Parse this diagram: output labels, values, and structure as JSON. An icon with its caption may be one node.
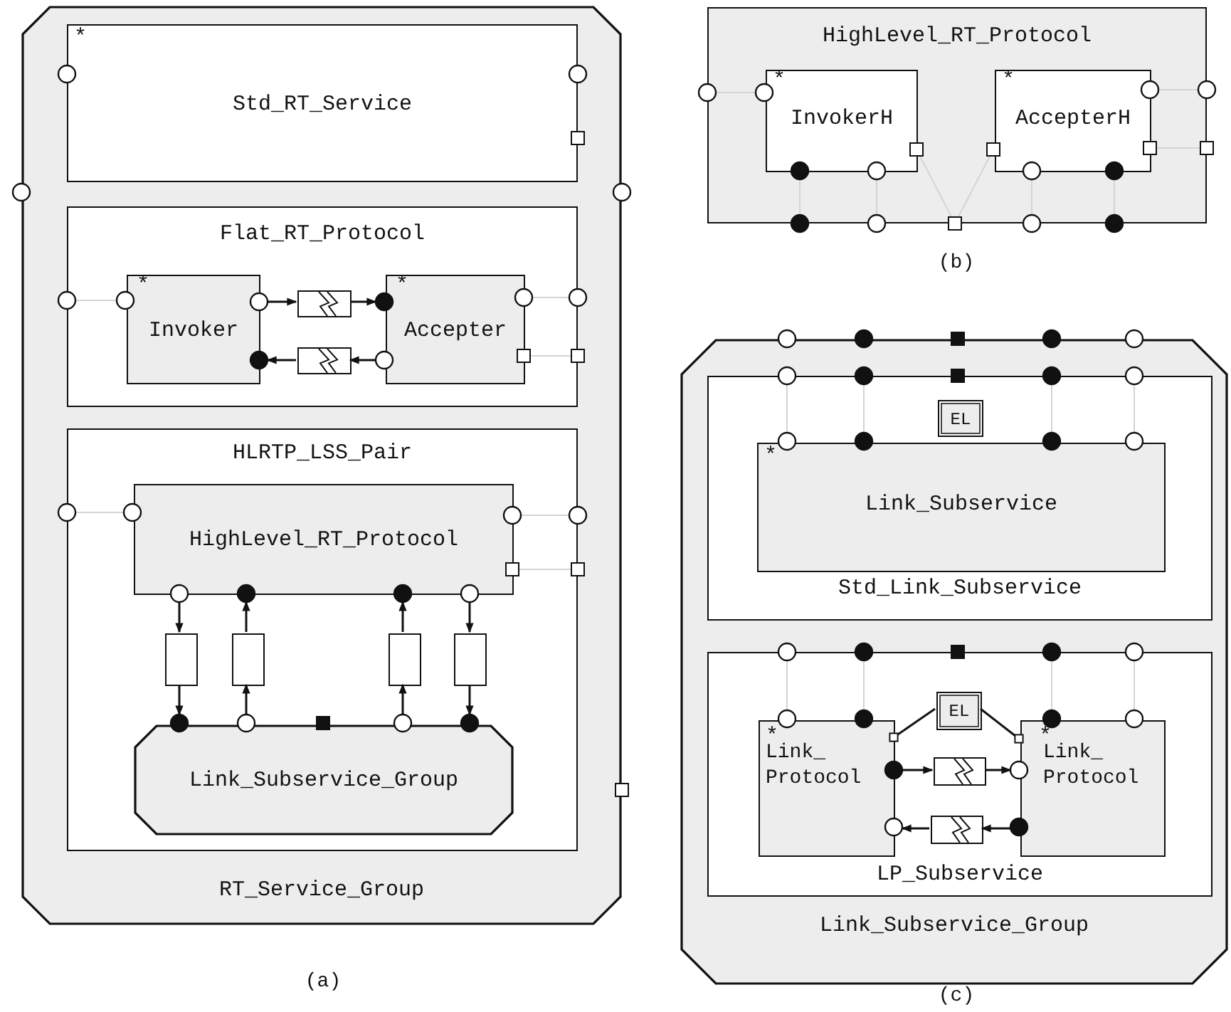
{
  "diagram": {
    "nodes": [
      {
        "text": [
          "RT_Service_Group"
        ]
      },
      {
        "text": [
          "*",
          "Std_RT_Service"
        ],
        "in": 0
      },
      {
        "text": [
          "Flat_RT_Protocol"
        ],
        "in": 0
      },
      {
        "text": [
          "*",
          "Invoker"
        ],
        "in": 2
      },
      {
        "text": [],
        "shape": "box",
        "in": 2
      },
      {
        "text": [
          "*",
          "Accepter"
        ],
        "in": 2
      },
      {
        "text": [],
        "shape": "box",
        "in": 2
      },
      {
        "text": [
          "HLRTP_LSS_Pair"
        ],
        "in": 0
      },
      {
        "text": [
          "HighLevel_RT_Protocol"
        ],
        "in": 7
      },
      {
        "text": [],
        "shape": "box",
        "in": 7
      },
      {
        "text": [],
        "shape": "box",
        "in": 7
      },
      {
        "text": [],
        "shape": "box",
        "in": 7
      },
      {
        "text": [],
        "shape": "box",
        "in": 7
      },
      {
        "text": [
          "Link_Subservice_Group"
        ],
        "in": 7
      },
      {
        "text": [
          "HighLevel_RT_Protocol"
        ]
      },
      {
        "text": [
          "*",
          "InvokerH"
        ],
        "in": 14
      },
      {
        "text": [
          "*",
          "AccepterH"
        ],
        "in": 14
      },
      {
        "text": [
          "Link_Subservice_Group"
        ]
      },
      {
        "text": [
          "Std_Link_Subservice"
        ],
        "in": 17
      },
      {
        "text": [
          "EL"
        ],
        "in": 18
      },
      {
        "text": [
          "*",
          "Link_Subservice"
        ],
        "in": 18
      },
      {
        "text": [
          "LP_Subservice"
        ],
        "in": 17
      },
      {
        "text": [
          "EL"
        ],
        "in": 21
      },
      {
        "text": [
          "*",
          "Link_ Protocol"
        ],
        "in": 21
      },
      {
        "text": [],
        "shape": "box",
        "in": 21
      },
      {
        "text": [],
        "shape": "box",
        "in": 21
      },
      {
        "text": [
          "*",
          "Link_ Protocol"
        ],
        "in": 21
      }
    ],
    "edges": [
      {
        "from": 3,
        "to": 4,
        "arrow": "to",
        "color": "#111111"
      },
      {
        "from": 4,
        "to": 5,
        "arrow": "to",
        "color": "#111111"
      },
      {
        "from": 5,
        "to": 6,
        "arrow": "to",
        "color": "#111111"
      },
      {
        "from": 6,
        "to": 3,
        "arrow": "to",
        "color": "#111111"
      },
      {
        "from": 8,
        "to": 9,
        "arrow": "to",
        "color": "#111111"
      },
      {
        "from": 9,
        "to": 13,
        "arrow": "to",
        "color": "#111111"
      },
      {
        "from": 13,
        "to": 10,
        "arrow": "to",
        "color": "#111111"
      },
      {
        "from": 10,
        "to": 8,
        "arrow": "to",
        "color": "#111111"
      },
      {
        "from": 13,
        "to": 11,
        "arrow": "to",
        "color": "#111111"
      },
      {
        "from": 11,
        "to": 8,
        "arrow": "to",
        "color": "#111111"
      },
      {
        "from": 8,
        "to": 12,
        "arrow": "to",
        "color": "#111111"
      },
      {
        "from": 12,
        "to": 13,
        "arrow": "to",
        "color": "#111111"
      },
      {
        "from": 23,
        "to": 24,
        "arrow": "to",
        "color": "#111111"
      },
      {
        "from": 24,
        "to": 26,
        "arrow": "to",
        "color": "#111111"
      },
      {
        "from": 26,
        "to": 25,
        "arrow": "to",
        "color": "#111111"
      },
      {
        "from": 25,
        "to": 23,
        "arrow": "to",
        "color": "#111111"
      },
      {
        "from": 22,
        "to": 23,
        "arrow": "other",
        "color": "#111111"
      },
      {
        "from": 22,
        "to": 26,
        "arrow": "other",
        "color": "#111111"
      },
      {
        "from": 2,
        "to": 3,
        "arrow": "none"
      },
      {
        "from": 5,
        "to": 2,
        "arrow": "none"
      },
      {
        "from": 5,
        "to": 2,
        "arrow": "none"
      },
      {
        "from": 7,
        "to": 8,
        "arrow": "none"
      },
      {
        "from": 8,
        "to": 7,
        "arrow": "none"
      },
      {
        "from": 8,
        "to": 7,
        "arrow": "none"
      },
      {
        "from": 14,
        "to": 15,
        "arrow": "none"
      },
      {
        "from": 16,
        "to": 14,
        "arrow": "none"
      },
      {
        "from": 16,
        "to": 14,
        "arrow": "none"
      },
      {
        "from": 15,
        "to": 14,
        "arrow": "none"
      },
      {
        "from": 15,
        "to": 14,
        "arrow": "none"
      },
      {
        "from": 15,
        "to": 14,
        "arrow": "none"
      },
      {
        "from": 16,
        "to": 14,
        "arrow": "none"
      },
      {
        "from": 16,
        "to": 14,
        "arrow": "none"
      },
      {
        "from": 16,
        "to": 14,
        "arrow": "none"
      },
      {
        "from": 18,
        "to": 20,
        "arrow": "none"
      },
      {
        "from": 18,
        "to": 20,
        "arrow": "none"
      },
      {
        "from": 18,
        "to": 20,
        "arrow": "none"
      },
      {
        "from": 18,
        "to": 20,
        "arrow": "none"
      },
      {
        "from": 21,
        "to": 23,
        "arrow": "none"
      },
      {
        "from": 21,
        "to": 23,
        "arrow": "none"
      },
      {
        "from": 21,
        "to": 26,
        "arrow": "none"
      },
      {
        "from": 21,
        "to": 26,
        "arrow": "none"
      }
    ],
    "labels": [
      "(a)",
      "(b)",
      "(c)"
    ]
  }
}
